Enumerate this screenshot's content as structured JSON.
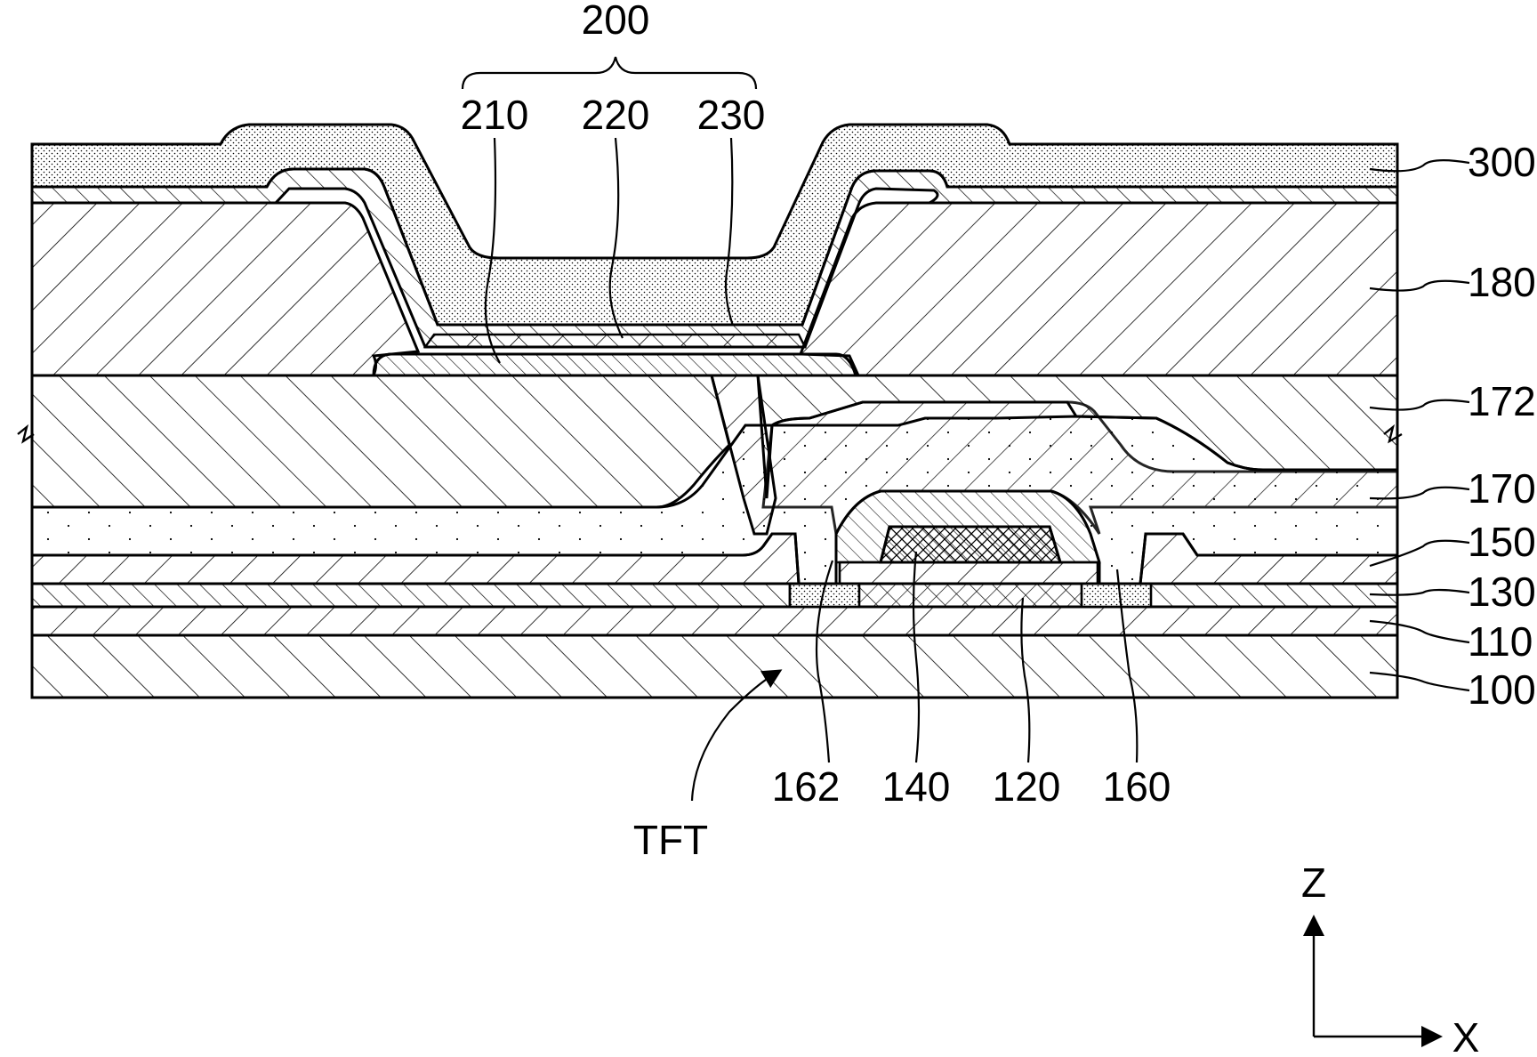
{
  "group": {
    "id": "200"
  },
  "labels": {
    "l210": "210",
    "l220": "220",
    "l230": "230",
    "l300": "300",
    "l180": "180",
    "l172": "172",
    "l170": "170",
    "l150": "150",
    "l130": "130",
    "l110": "110",
    "l100": "100",
    "l162": "162",
    "l140": "140",
    "l120": "120",
    "l160": "160",
    "tft": "TFT"
  },
  "axes": {
    "z": "Z",
    "x": "X"
  }
}
